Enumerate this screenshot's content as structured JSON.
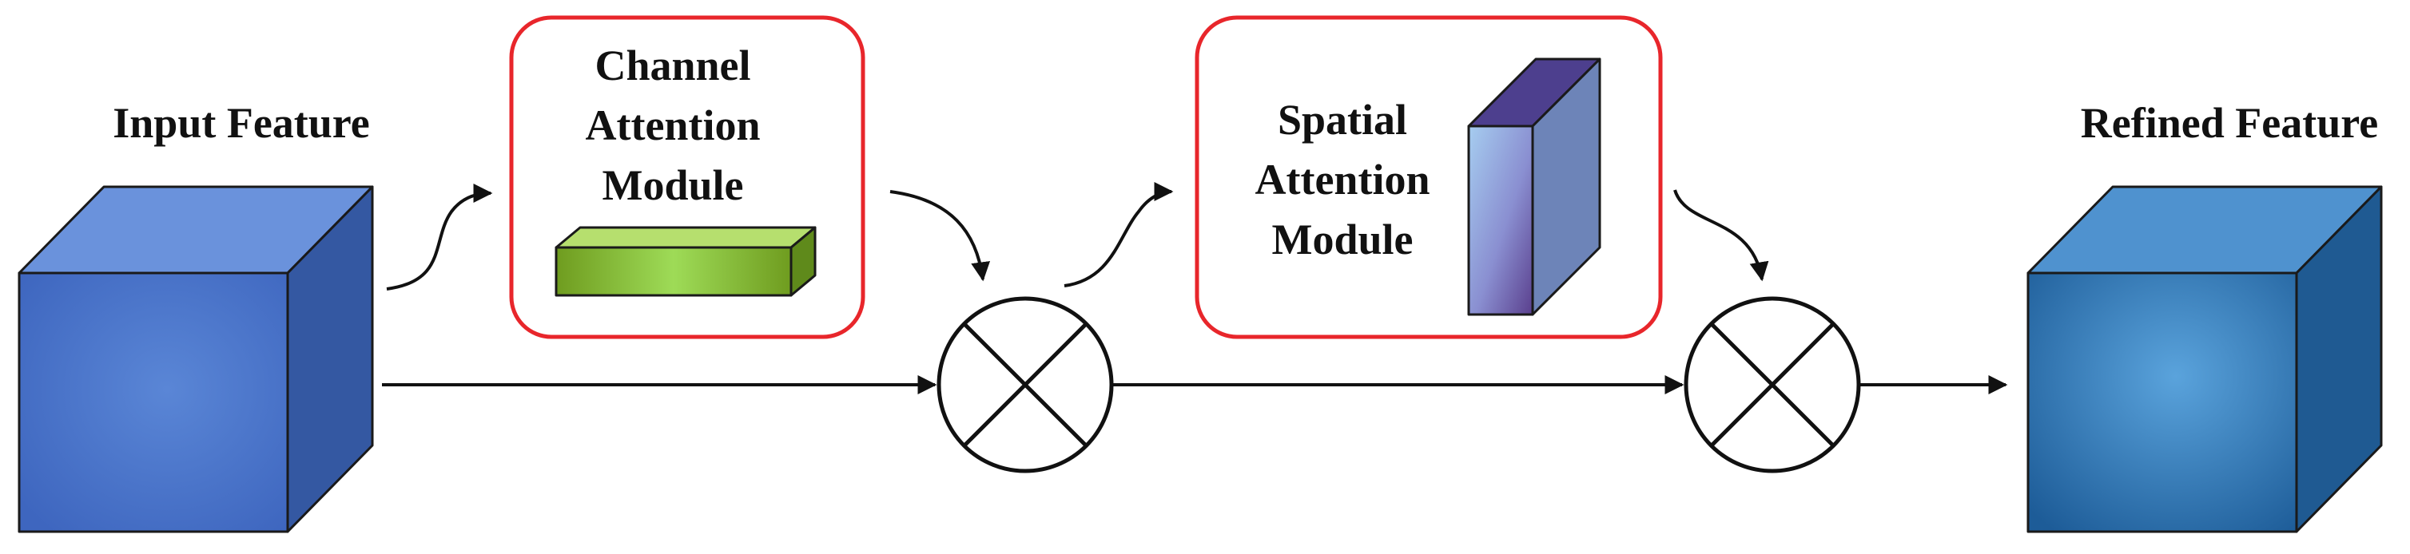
{
  "input": {
    "label": "Input Feature"
  },
  "channel_module": {
    "lines": [
      "Channel",
      "Attention",
      "Module"
    ]
  },
  "spatial_module": {
    "lines": [
      "Spatial",
      "Attention",
      "Module"
    ]
  },
  "output": {
    "label": "Refined Feature"
  },
  "colors": {
    "module_border": "#e8262b",
    "input_cube": "#4a72c8",
    "channel_bar": "#8cc63f",
    "spatial_slab": "#8e8fd0",
    "output_cube": "#3f84c4"
  },
  "operators": [
    "element-wise-multiply-icon",
    "element-wise-multiply-icon"
  ]
}
